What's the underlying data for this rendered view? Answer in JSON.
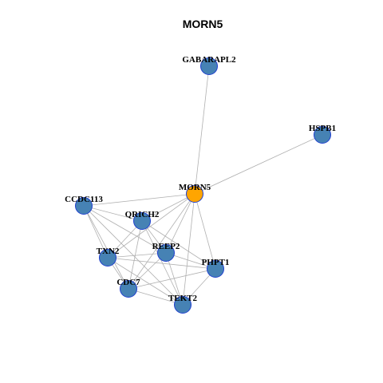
{
  "title": "MORN5",
  "colors": {
    "hub_fill": "#FFA500",
    "node_fill": "#4682B4",
    "node_stroke": "#1f3fcf",
    "edge": "#b0b0b0"
  },
  "nodes": [
    {
      "id": "MORN5",
      "label": "MORN5",
      "hub": true
    },
    {
      "id": "GABARAPL2",
      "label": "GABARAPL2",
      "hub": false
    },
    {
      "id": "HSPB1",
      "label": "HSPB1",
      "hub": false
    },
    {
      "id": "CCDC113",
      "label": "CCDC113",
      "hub": false
    },
    {
      "id": "QRICH2",
      "label": "QRICH2",
      "hub": false
    },
    {
      "id": "REEP2",
      "label": "REEP2",
      "hub": false
    },
    {
      "id": "TXN2",
      "label": "TXN2",
      "hub": false
    },
    {
      "id": "PHPT1",
      "label": "PHPT1",
      "hub": false
    },
    {
      "id": "CDC7",
      "label": "CDC7",
      "hub": false
    },
    {
      "id": "TEKT2",
      "label": "TEKT2",
      "hub": false
    }
  ],
  "edges": [
    [
      "MORN5",
      "GABARAPL2"
    ],
    [
      "MORN5",
      "HSPB1"
    ],
    [
      "MORN5",
      "CCDC113"
    ],
    [
      "MORN5",
      "QRICH2"
    ],
    [
      "MORN5",
      "REEP2"
    ],
    [
      "MORN5",
      "TXN2"
    ],
    [
      "MORN5",
      "PHPT1"
    ],
    [
      "MORN5",
      "CDC7"
    ],
    [
      "MORN5",
      "TEKT2"
    ],
    [
      "CCDC113",
      "QRICH2"
    ],
    [
      "CCDC113",
      "TXN2"
    ],
    [
      "CCDC113",
      "REEP2"
    ],
    [
      "CCDC113",
      "CDC7"
    ],
    [
      "CCDC113",
      "TEKT2"
    ],
    [
      "QRICH2",
      "TXN2"
    ],
    [
      "QRICH2",
      "REEP2"
    ],
    [
      "QRICH2",
      "PHPT1"
    ],
    [
      "QRICH2",
      "CDC7"
    ],
    [
      "QRICH2",
      "TEKT2"
    ],
    [
      "REEP2",
      "TXN2"
    ],
    [
      "REEP2",
      "PHPT1"
    ],
    [
      "REEP2",
      "CDC7"
    ],
    [
      "REEP2",
      "TEKT2"
    ],
    [
      "TXN2",
      "PHPT1"
    ],
    [
      "TXN2",
      "CDC7"
    ],
    [
      "TXN2",
      "TEKT2"
    ],
    [
      "PHPT1",
      "CDC7"
    ],
    [
      "PHPT1",
      "TEKT2"
    ],
    [
      "CDC7",
      "TEKT2"
    ]
  ]
}
